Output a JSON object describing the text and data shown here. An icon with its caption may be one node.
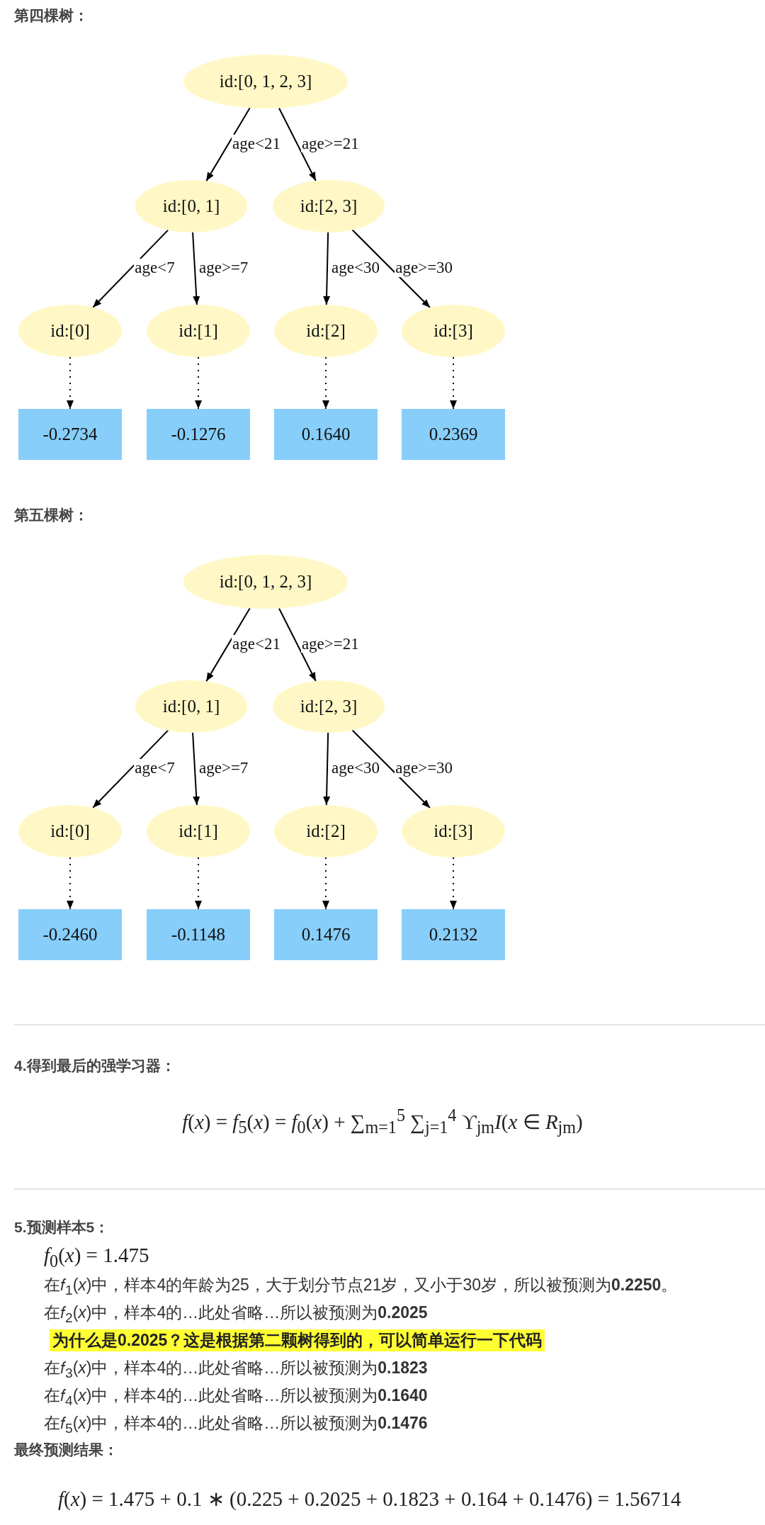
{
  "diagram": {
    "nodes": [
      {
        "text": [
          "id:[0, 1, 2, 3]"
        ]
      },
      {
        "text": [
          "id:[0, 1]"
        ]
      },
      {
        "text": [
          "id:[2, 3]"
        ]
      },
      {
        "text": [
          "id:[0]"
        ]
      },
      {
        "text": [
          "id:[1]"
        ]
      },
      {
        "text": [
          "id:[2]"
        ]
      },
      {
        "text": [
          "id:[3]"
        ]
      },
      {
        "text": [
          "-0.2734"
        ]
      },
      {
        "text": [
          "-0.1276"
        ]
      },
      {
        "text": [
          "0.1640"
        ]
      },
      {
        "text": [
          "0.2369"
        ]
      },
      {
        "text": [
          "id:[0, 1, 2, 3]"
        ]
      },
      {
        "text": [
          "id:[0, 1]"
        ]
      },
      {
        "text": [
          "id:[2, 3]"
        ]
      },
      {
        "text": [
          "id:[0]"
        ]
      },
      {
        "text": [
          "id:[1]"
        ]
      },
      {
        "text": [
          "id:[2]"
        ]
      },
      {
        "text": [
          "id:[3]"
        ]
      },
      {
        "text": [
          "-0.2460"
        ]
      },
      {
        "text": [
          "-0.1148"
        ]
      },
      {
        "text": [
          "0.1476"
        ]
      },
      {
        "text": [
          "0.2132"
        ]
      }
    ],
    "edges": [
      {
        "from": 0,
        "to": 1,
        "arrow": "to",
        "label": "age<21"
      },
      {
        "from": 0,
        "to": 2,
        "arrow": "to",
        "label": "age>=21"
      },
      {
        "from": 1,
        "to": 3,
        "arrow": "to",
        "label": "age<7"
      },
      {
        "from": 1,
        "to": 4,
        "arrow": "to",
        "label": "age>=7"
      },
      {
        "from": 2,
        "to": 5,
        "arrow": "to",
        "label": "age<30"
      },
      {
        "from": 2,
        "to": 6,
        "arrow": "to",
        "label": "age>=30"
      },
      {
        "from": 3,
        "to": 7,
        "arrow": "to",
        "style": "dashed"
      },
      {
        "from": 4,
        "to": 8,
        "arrow": "to",
        "style": "dashed"
      },
      {
        "from": 5,
        "to": 9,
        "arrow": "to",
        "style": "dashed"
      },
      {
        "from": 6,
        "to": 10,
        "arrow": "to",
        "style": "dashed"
      },
      {
        "from": 11,
        "to": 12,
        "arrow": "to",
        "label": "age<21"
      },
      {
        "from": 11,
        "to": 13,
        "arrow": "to",
        "label": "age>=21"
      },
      {
        "from": 12,
        "to": 14,
        "arrow": "to",
        "label": "age<7"
      },
      {
        "from": 12,
        "to": 15,
        "arrow": "to",
        "label": "age>=7"
      },
      {
        "from": 13,
        "to": 16,
        "arrow": "to",
        "label": "age<30"
      },
      {
        "from": 13,
        "to": 17,
        "arrow": "to",
        "label": "age>=30"
      },
      {
        "from": 14,
        "to": 18,
        "arrow": "to",
        "style": "dashed"
      },
      {
        "from": 15,
        "to": 19,
        "arrow": "to",
        "style": "dashed"
      },
      {
        "from": 16,
        "to": 20,
        "arrow": "to",
        "style": "dashed"
      },
      {
        "from": 17,
        "to": 21,
        "arrow": "to",
        "style": "dashed"
      }
    ],
    "labels": [
      "第四棵树：",
      "第五棵树：",
      "4.得到最后的强学习器：",
      "*f*(*x*) = *f*$_{5}$(*x*) = *f*$_{0}$(*x*) + ∑$_{m=1}$$^{5}$ ∑$_{j=1}$$^{4}$ ϒ$_{jm}$*I*(*x* ∈ *R*$_{jm}$)",
      "5.预测样本5：",
      "*f*$_{0}$(*x*) = 1.475",
      "在𝑓$_{1}$(*x*)中，样本4的年龄为25，大于划分节点21岁，又小于30岁，所以被预测为**0.2250**。",
      "在𝑓$_{2}$(*x*)中，样本4的…此处省略…所以被预测为**0.2025**",
      "为什么是0.2025？这是根据第二颗树得到的，可以简单运行一下代码",
      "在𝑓$_{3}$(*x*)中，样本4的…此处省略…所以被预测为**0.1823**",
      "在𝑓$_{4}$(*x*)中，样本4的…此处省略…所以被预测为**0.1640**",
      "在𝑓$_{5}$(*x*)中，样本4的…此处省略…所以被预测为**0.1476**",
      "最终预测结果：",
      "*f*(*x*) = 1.475 + 0.1 ∗ (0.225 + 0.2025 + 0.1823 + 0.164 + 0.1476) = 1.56714"
    ]
  }
}
